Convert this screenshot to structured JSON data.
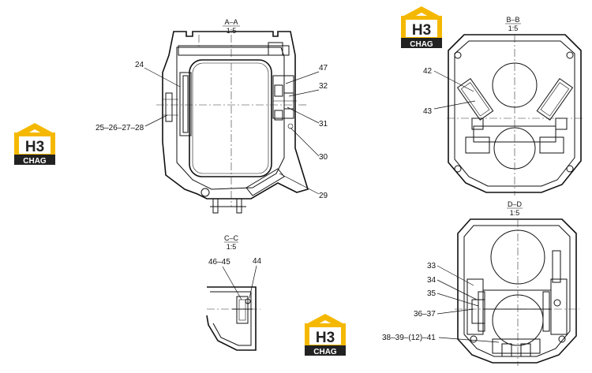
{
  "brand": {
    "mark": "H3",
    "name": "CHAG",
    "colors": {
      "yellow": "#f5b800",
      "dark": "#222222",
      "white": "#ffffff"
    }
  },
  "views": {
    "aa": {
      "title": "A–A",
      "scale": "1:5"
    },
    "bb": {
      "title": "B–B",
      "scale": "1:5"
    },
    "cc": {
      "title": "C–C",
      "scale": "1:5"
    },
    "dd": {
      "title": "D–D",
      "scale": "1:5"
    }
  },
  "callouts": {
    "c24": "24",
    "c25_28": "25–26–27–28",
    "c47": "47",
    "c32": "32",
    "c31": "31",
    "c30": "30",
    "c29": "29",
    "c42": "42",
    "c43": "43",
    "c46_45": "46–45",
    "c44": "44",
    "c33": "33",
    "c34": "34",
    "c35": "35",
    "c36_37": "36–37",
    "c38_41": "38–39–(12)–41"
  }
}
